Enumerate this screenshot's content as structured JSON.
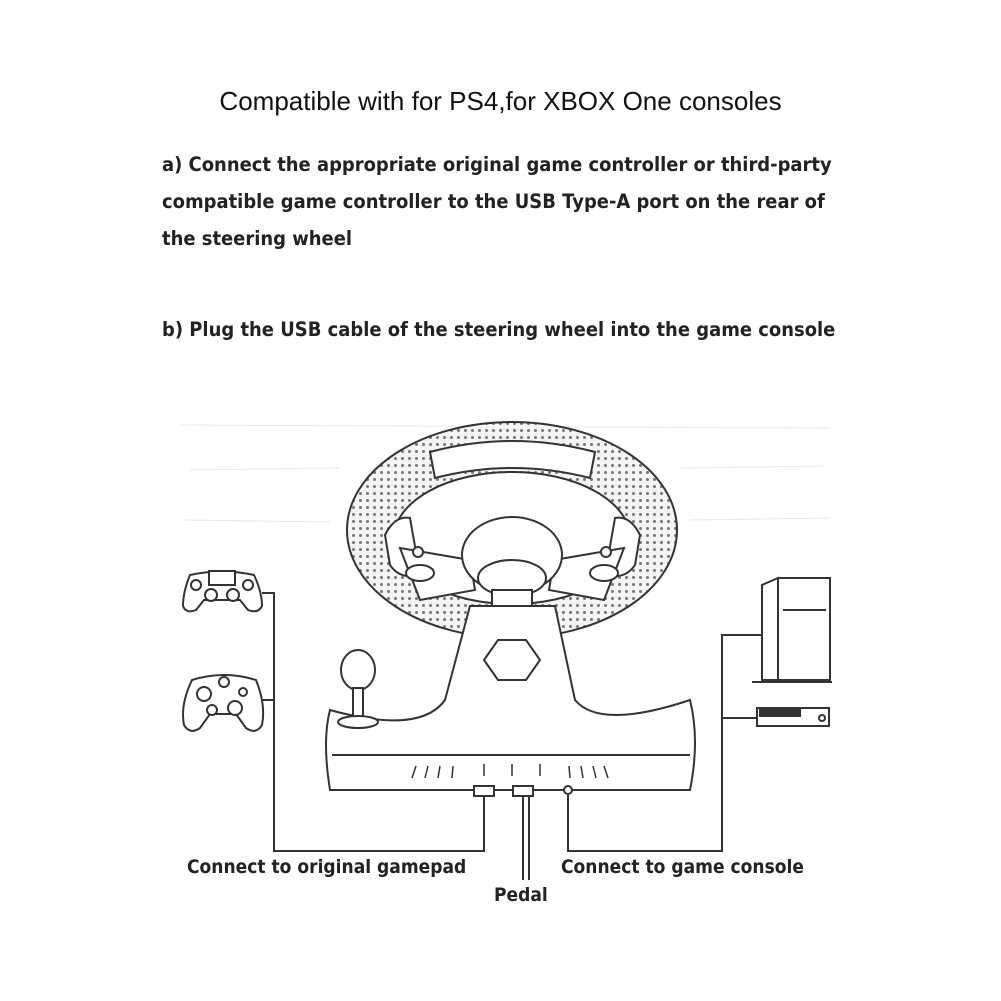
{
  "title": "Compatible with for PS4,for XBOX One consoles",
  "steps": {
    "a": "a) Connect the appropriate original game controller or third-party compatible game controller to the USB Type-A port on the rear of the steering wheel",
    "b": "b) Plug the USB cable of the steering wheel into the game console"
  },
  "labels": {
    "gamepad": "Connect to original gamepad",
    "pedal": "Pedal",
    "console": "Connect to game console"
  },
  "colors": {
    "line": "#333333",
    "text": "#222222"
  }
}
